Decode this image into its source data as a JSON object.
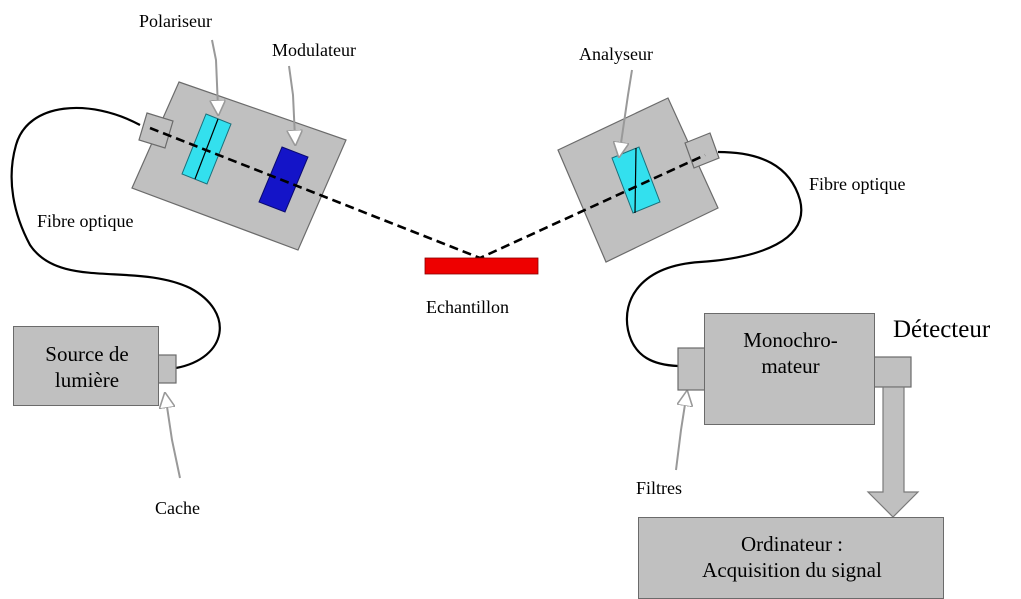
{
  "labels": {
    "polariseur": "Polariseur",
    "modulateur": "Modulateur",
    "analyseur": "Analyseur",
    "fibre_optique_left": "Fibre optique",
    "fibre_optique_right": "Fibre optique",
    "echantillon": "Echantillon",
    "cache": "Cache",
    "filtres": "Filtres",
    "detecteur": "Détecteur"
  },
  "boxes": {
    "source_line1": "Source de",
    "source_line2": "lumière",
    "monochro_line1": "Monochro-",
    "monochro_line2": "mateur",
    "ordinateur_line1": "Ordinateur :",
    "ordinateur_line2": "Acquisition du signal"
  },
  "colors": {
    "housing": "#c0c0c0",
    "polariser": "#33e0ee",
    "modulator": "#1414c8",
    "sample": "#ee0000",
    "fiber": "#000000"
  }
}
